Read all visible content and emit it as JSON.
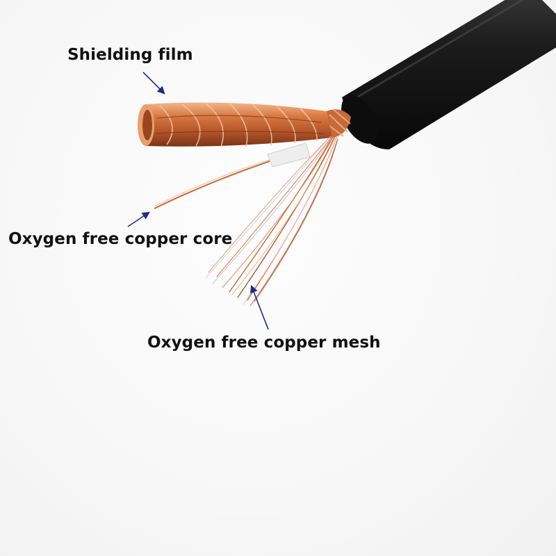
{
  "labels": {
    "shielding_film": "Shielding film",
    "copper_core": "Oxygen free copper core",
    "copper_mesh": "Oxygen free copper mesh"
  },
  "colors": {
    "arrow": "#1e2a8c",
    "jacket": "#1a1a1a",
    "copper_light": "#f0a878",
    "copper_mid": "#c8693a",
    "copper_dark": "#7a3416",
    "label_text": "#111111"
  }
}
